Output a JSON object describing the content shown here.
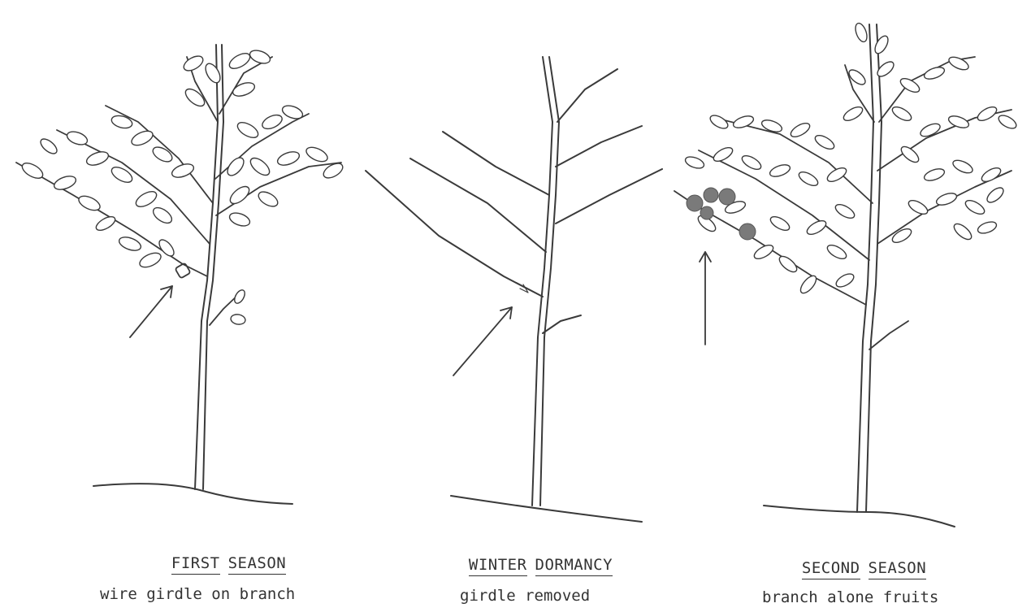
{
  "panels": [
    {
      "title_words": [
        "FIRST",
        "SEASON"
      ],
      "subtitle": "wire girdle on branch"
    },
    {
      "title_words": [
        "WINTER",
        "DORMANCY"
      ],
      "subtitle": "girdle removed"
    },
    {
      "title_words": [
        "SECOND",
        "SEASON"
      ],
      "subtitle": "branch alone fruits"
    }
  ],
  "colors": {
    "ink": "#3a3a3a",
    "fruit": "#7a7a7a"
  }
}
